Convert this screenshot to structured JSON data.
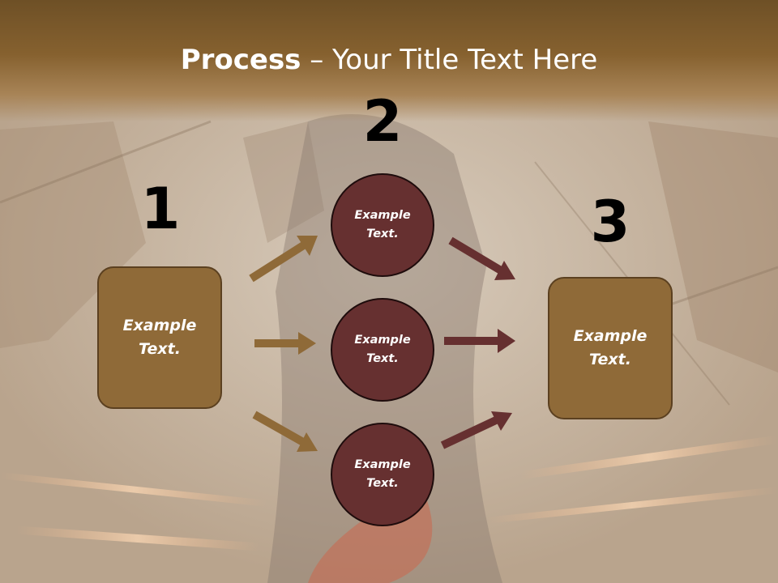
{
  "title": {
    "bold": "Process",
    "rest": " – Your Title Text Here"
  },
  "steps": {
    "one": {
      "number": "1",
      "box_text": "Example\nText."
    },
    "two": {
      "number": "2",
      "circles": [
        "Example\nText.",
        "Example\nText.",
        "Example\nText."
      ]
    },
    "three": {
      "number": "3",
      "box_text": "Example\nText."
    }
  },
  "colors": {
    "box_fill": "#8f6a38",
    "circle_fill": "#663030",
    "arrow_left": "#8f6a38",
    "arrow_right": "#663030"
  }
}
